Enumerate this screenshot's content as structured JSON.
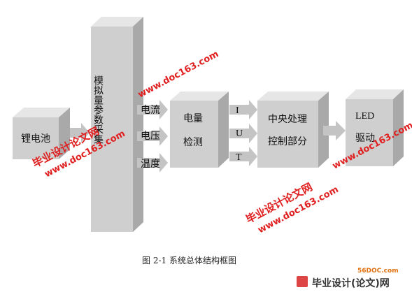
{
  "diagram": {
    "blocks": {
      "battery": "锂电池",
      "acquisition": "模拟量参数采集",
      "energy_top": "电量",
      "energy_bottom": "检测",
      "cpu_top": "中央处理",
      "cpu_bottom": "控制部分",
      "led_top": "LED",
      "led_bottom": "驱动"
    },
    "signals": [
      "电流",
      "电压",
      "温度"
    ],
    "outputs": [
      "I",
      "U",
      "T"
    ],
    "caption": "图 2-1    系统总体结构框图"
  },
  "watermarks": {
    "brand": "毕业设计论文网",
    "url": "www.doc163.com"
  },
  "footer": {
    "site": "56DOC.com",
    "brand": "毕业设计(论文)网"
  },
  "colors": {
    "front": "#cfcfcf",
    "top": "#e6e6e6",
    "side": "#a9a9a9",
    "watermark": "#e02020"
  }
}
